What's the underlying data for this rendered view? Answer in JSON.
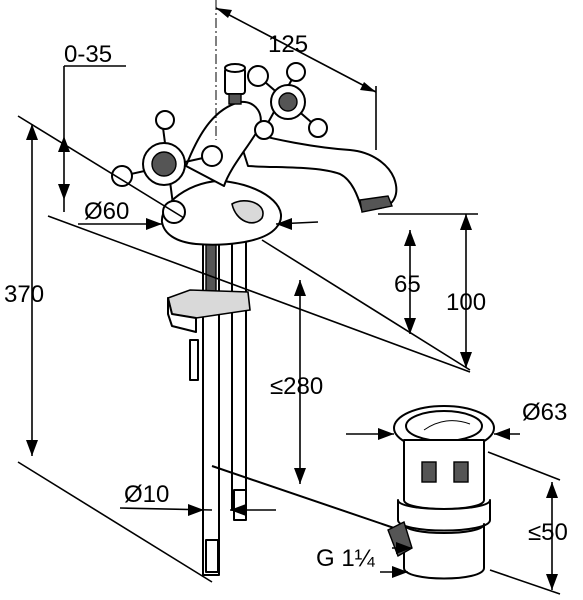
{
  "dimensions": {
    "spout_reach": "125",
    "handle_height_range": "0-35",
    "base_diameter": "Ø60",
    "total_height": "370",
    "spout_clearance": "65",
    "spout_height": "100",
    "shank_length": "≤280",
    "waste_flange_diameter": "Ø63",
    "pop_up_rod_diameter": "Ø10",
    "waste_thread": "G 1¼",
    "waste_height": "≤50"
  }
}
